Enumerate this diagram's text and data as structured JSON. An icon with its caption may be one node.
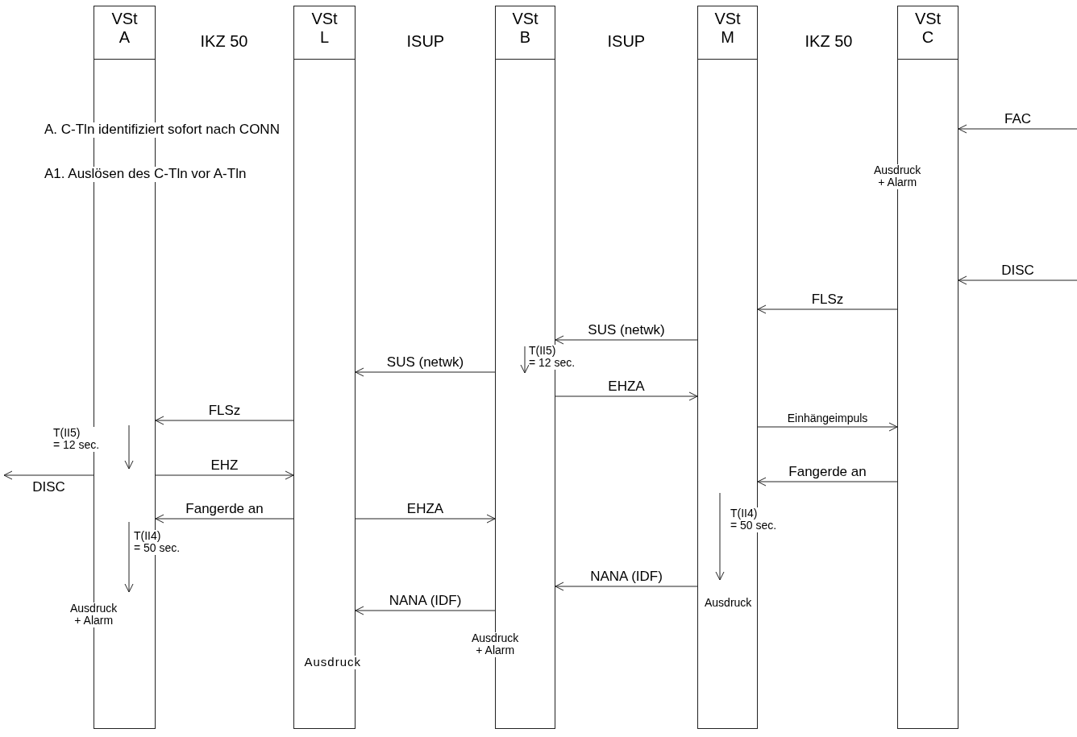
{
  "diagram": {
    "nodes": [
      {
        "text": [
          "VSt A"
        ]
      },
      {
        "text": [
          "VSt L"
        ]
      },
      {
        "text": [
          "VSt B"
        ]
      },
      {
        "text": [
          "VSt M"
        ]
      },
      {
        "text": [
          "VSt C"
        ]
      }
    ],
    "edges": [
      {
        "from": null,
        "to": 4,
        "arrow": "to",
        "label": "FAC"
      },
      {
        "from": null,
        "to": 4,
        "arrow": "to",
        "label": "DISC"
      },
      {
        "from": 4,
        "to": 3,
        "arrow": "to",
        "label": "FLSz"
      },
      {
        "from": 3,
        "to": 2,
        "arrow": "to",
        "label": "SUS (netwk)"
      },
      {
        "from": 2,
        "to": 1,
        "arrow": "to",
        "label": "SUS (netwk)"
      },
      {
        "from": 2,
        "to": 3,
        "arrow": "to",
        "label": "EHZA"
      },
      {
        "from": 1,
        "to": 0,
        "arrow": "to",
        "label": "FLSz"
      },
      {
        "from": 3,
        "to": 4,
        "arrow": "to",
        "label": "Einhängeimpuls"
      },
      {
        "from": 0,
        "to": 1,
        "arrow": "to",
        "label": "EHZ"
      },
      {
        "from": 0,
        "to": null,
        "arrow": "to",
        "label": "DISC"
      },
      {
        "from": 4,
        "to": 3,
        "arrow": "to",
        "label": "Fangerde an"
      },
      {
        "from": 1,
        "to": 0,
        "arrow": "to",
        "label": "Fangerde an"
      },
      {
        "from": 1,
        "to": 2,
        "arrow": "to",
        "label": "EHZA"
      },
      {
        "from": 3,
        "to": 2,
        "arrow": "to",
        "label": "NANA (IDF)"
      },
      {
        "from": 2,
        "to": 1,
        "arrow": "to",
        "label": "NANA (IDF)"
      }
    ],
    "labels": [
      "IKZ 50",
      "ISUP",
      "ISUP",
      "IKZ 50",
      "A. C-Tln identifiziert sofort nach CONN",
      "A1. Auslösen des C-Tln vor A-Tln",
      "Ausdruck + Alarm",
      "T(II5) = 12 sec.",
      "T(II5) = 12 sec.",
      "T(II4) = 50 sec.",
      "T(II4) = 50 sec.",
      "Ausdruck",
      "Ausdruck + Alarm",
      "Ausdruck + Alarm",
      "Ausdruck"
    ]
  }
}
